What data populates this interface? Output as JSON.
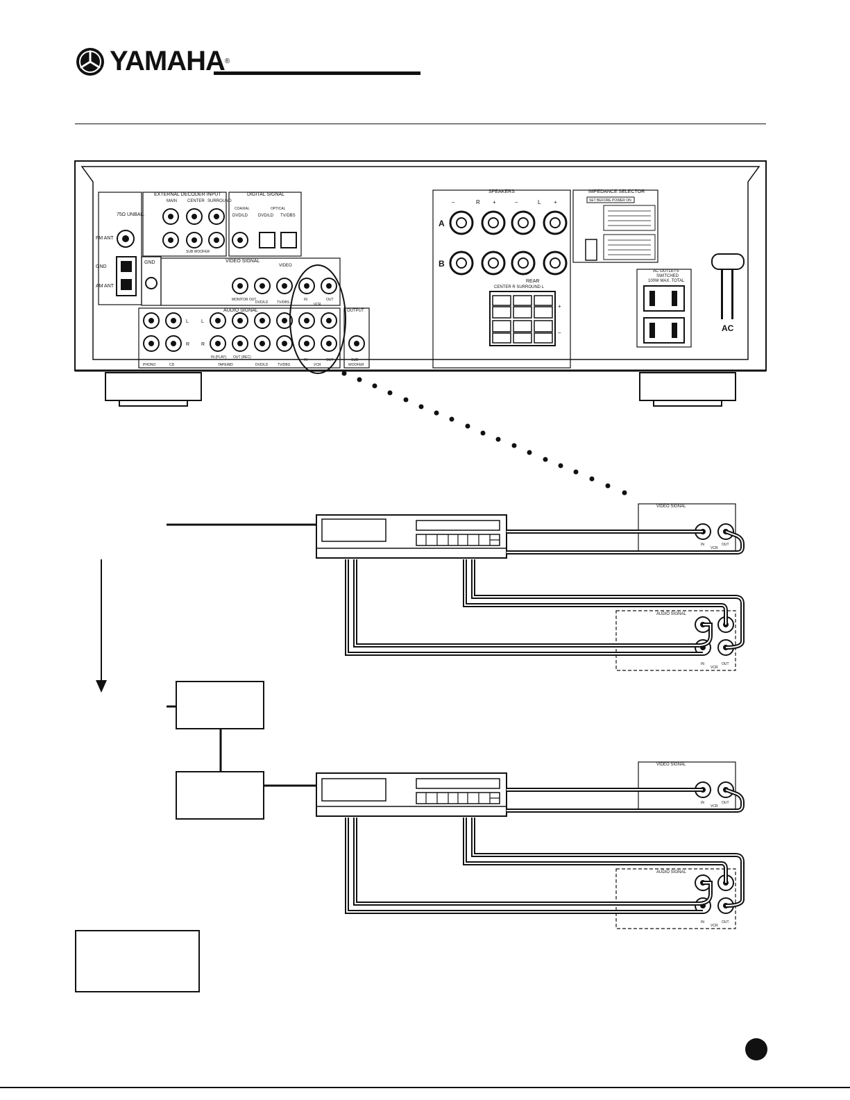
{
  "header": {
    "brand": "YAMAHA",
    "brand_mark": "®",
    "logo_icon": "tuning-fork-logo-icon"
  },
  "panel": {
    "fm_ant": "FM ANT",
    "unbal": "75Ω UNBAL.",
    "gnd": "GND",
    "am_ant": "AM ANT",
    "gnd2": "GND",
    "ext_decoder": "EXTERNAL DECODER INPUT",
    "main": "MAIN",
    "center": "CENTER",
    "surround": "SURROUND",
    "sub_woofer": "SUB WOOFER",
    "digital_signal": "DIGITAL SIGNAL",
    "coaxial": "COAXIAL",
    "optical": "OPTICAL",
    "dvd_ld": "DVD/LD",
    "tv_dbs": "TV/DBS",
    "video_signal": "VIDEO SIGNAL",
    "video": "VIDEO",
    "monitor_out": "MONITOR OUT",
    "in": "IN",
    "out": "OUT",
    "vcr": "VCR",
    "audio_signal": "AUDIO SIGNAL",
    "phono": "PHONO",
    "cd": "CD",
    "tape_md": "TAPE/MD",
    "in_play": "IN (PLAY)",
    "out_rec": "OUT (REC)",
    "output": "OUTPUT",
    "sub": "SUB",
    "woofer": "WOOFER",
    "l": "L",
    "r": "R",
    "speakers": "SPEAKERS",
    "a": "A",
    "b": "B",
    "plus": "+",
    "minus": "–",
    "rear": "REAR",
    "rear_sub": "CENTER  R  SURROUND  L",
    "impedance": "IMPEDANCE SELECTOR",
    "set_before": "SET BEFORE POWER ON",
    "ac_outlets": "AC OUTLETS",
    "switched": "SWITCHED",
    "watt": "100W MAX. TOTAL",
    "ac": "AC"
  },
  "detail": {
    "video_signal": "VIDEO SIGNAL",
    "audio_signal": "AUDIO SIGNAL",
    "in": "IN",
    "out": "OUT",
    "vcr": "VCR"
  }
}
